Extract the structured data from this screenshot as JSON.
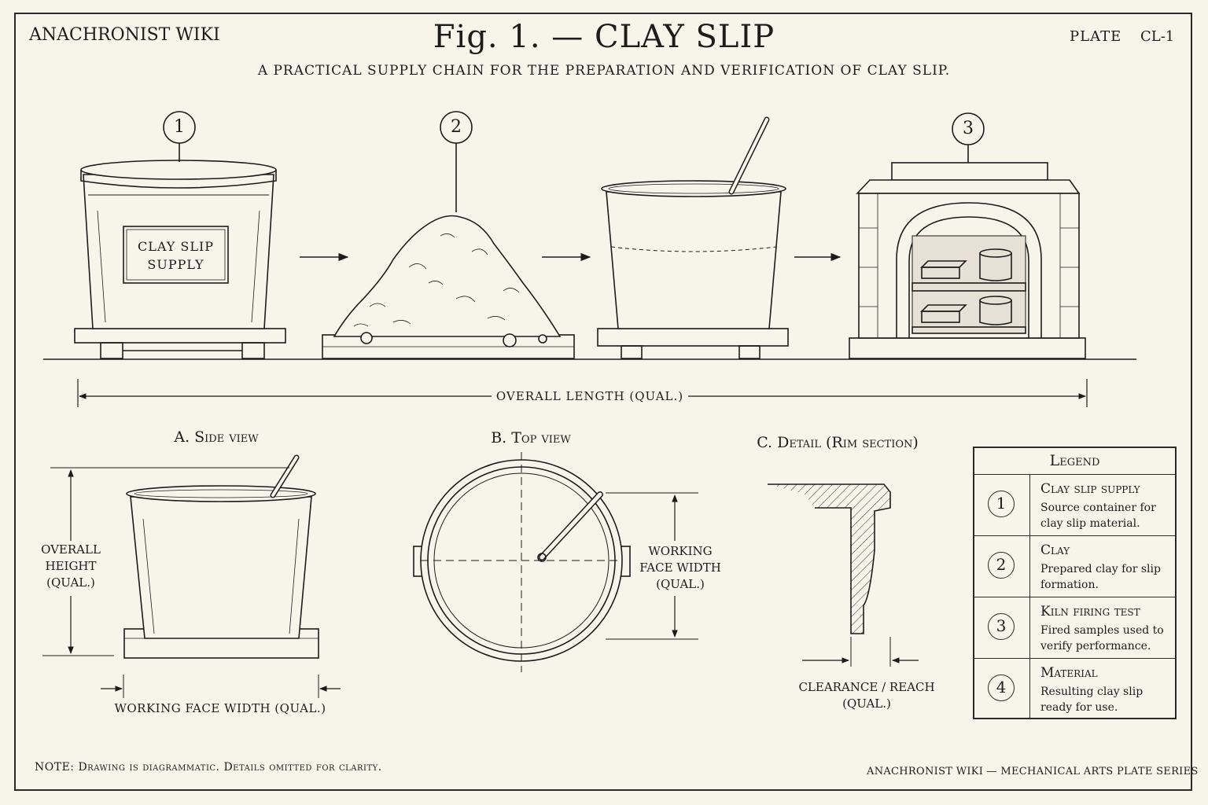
{
  "header": {
    "site_name": "ANACHRONIST WIKI",
    "title": "Fig. 1. — CLAY SLIP",
    "subtitle": "A PRACTICAL SUPPLY CHAIN FOR THE PREPARATION AND VERIFICATION OF CLAY SLIP.",
    "plate_label": "PLATE",
    "plate_id": "CL-1"
  },
  "process": {
    "callouts": [
      "1",
      "2",
      "3"
    ],
    "container_label_line1": "CLAY SLIP",
    "container_label_line2": "SUPPLY",
    "overall_length": "OVERALL LENGTH (QUAL.)"
  },
  "views": {
    "side_title": "A. Side view",
    "top_title": "B. Top view",
    "detail_title": "C. Detail (Rim section)",
    "overall_height_line1": "OVERALL",
    "overall_height_line2": "HEIGHT",
    "overall_height_line3": "(QUAL.)",
    "side_width": "WORKING FACE WIDTH (QUAL.)",
    "top_width_line1": "WORKING",
    "top_width_line2": "FACE WIDTH",
    "top_width_line3": "(QUAL.)",
    "clearance_line1": "CLEARANCE / REACH",
    "clearance_line2": "(QUAL.)"
  },
  "legend": {
    "title": "Legend",
    "items": [
      {
        "num": "1",
        "name": "Clay slip supply",
        "desc": "Source container for clay slip material."
      },
      {
        "num": "2",
        "name": "Clay",
        "desc": "Prepared clay for slip formation."
      },
      {
        "num": "3",
        "name": "Kiln firing test",
        "desc": "Fired samples used to verify performance."
      },
      {
        "num": "4",
        "name": "Material",
        "desc": "Resulting clay slip ready for use."
      }
    ]
  },
  "footer": {
    "note": "NOTE: Drawing is diagrammatic. Details omitted for clarity.",
    "series": "ANACHRONIST WIKI — MECHANICAL ARTS PLATE SERIES"
  },
  "icons": [
    "supply-bucket-icon",
    "clay-pile-icon",
    "mixing-bucket-icon",
    "kiln-icon",
    "stir-stick-icon"
  ]
}
